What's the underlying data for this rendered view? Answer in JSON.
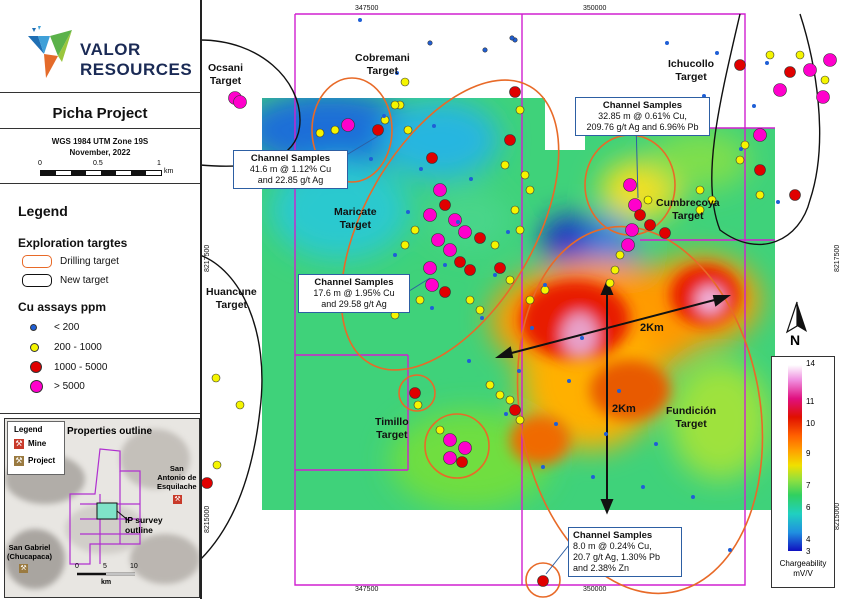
{
  "company": {
    "line1": "VALOR",
    "line2": "RESOURCES"
  },
  "project_title": "Picha Project",
  "projection": "WGS 1984 UTM Zone 19S",
  "date": "November, 2022",
  "scalebar": {
    "ticks": [
      "0",
      "0.5",
      "1"
    ],
    "unit": "km"
  },
  "legend": {
    "title": "Legend",
    "exploration_heading": "Exploration targtes",
    "drilling_target": "Drilling target",
    "new_target": "New target",
    "cu_heading": "Cu assays ppm",
    "classes": [
      {
        "label": "< 200",
        "color": "#1f5fd6"
      },
      {
        "label": "200 - 1000",
        "color": "#f5f500"
      },
      {
        "label": "1000 - 5000",
        "color": "#e00000"
      },
      {
        "label": "> 5000",
        "color": "#ff00cc"
      }
    ]
  },
  "inset": {
    "legend_title": "Legend",
    "mine_label": "Mine",
    "project_label": "Project",
    "properties_outline": "Properties outline",
    "ip_survey_outline": "IP survey\noutline",
    "place1": "San\nAntonio de\nEsquilache",
    "place2": "San Gabriel\n(Chucapaca)",
    "scale_ticks": [
      "0",
      "5",
      "10"
    ],
    "scale_unit": "km"
  },
  "coords": {
    "easting_left": "347500",
    "easting_right": "350000",
    "northing_upper": "8217500",
    "northing_lower": "8215000"
  },
  "targets": {
    "ocsani": "Ocsani\nTarget",
    "cobremani": "Cobremani\nTarget",
    "ichucollo": "Ichucollo\nTarget",
    "maricate": "Maricate\nTarget",
    "cumbrecoya": "Cumbrecoya\nTarget",
    "huancune": "Huancune\nTarget",
    "timillo": "Timillo\nTarget",
    "fundicion": "Fundición\nTarget"
  },
  "callouts": [
    {
      "title": "Channel Samples",
      "body": "41.6 m @ 1.12% Cu\nand 22.85 g/t Ag"
    },
    {
      "title": "Channel Samples",
      "body": "32.85 m @ 0.61% Cu,\n209.76 g/t Ag and 6.96% Pb"
    },
    {
      "title": "Channel Samples",
      "body": "17.6 m @ 1.95% Cu\nand 29.58 g/t Ag"
    },
    {
      "title": "Channel Samples",
      "body": "8.0 m @ 0.24% Cu,\n20.7 g/t Ag, 1.30% Pb\nand 2.38% Zn"
    }
  ],
  "distances": {
    "horizontal": "2Km",
    "vertical": "2Km"
  },
  "north": "N",
  "colorbar": {
    "ticks": [
      "14",
      "11",
      "10",
      "9",
      "7",
      "6",
      "4",
      "3"
    ],
    "title": "Chargeability",
    "unit": "mV/V"
  }
}
